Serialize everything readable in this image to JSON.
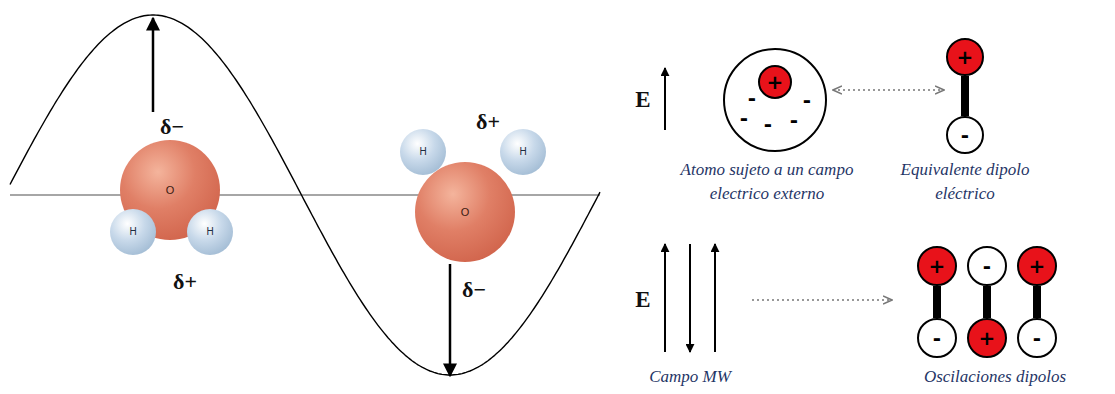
{
  "diagram": {
    "nodes": [
      {
        "text": [
          "O"
        ]
      },
      {
        "text": [
          "H"
        ]
      },
      {
        "text": [
          "H"
        ]
      },
      {
        "text": [
          "O"
        ]
      },
      {
        "text": [
          "H"
        ]
      },
      {
        "text": [
          "H"
        ]
      },
      {
        "text": [
          "-",
          "-",
          "-",
          "-",
          "-"
        ]
      },
      {
        "text": [
          "+"
        ],
        "in": 6
      },
      {
        "text": [
          "+"
        ]
      },
      {
        "text": [
          "-"
        ]
      },
      {
        "text": [
          "+"
        ]
      },
      {
        "text": [
          "-"
        ]
      },
      {
        "text": [
          "-"
        ]
      },
      {
        "text": [
          "+"
        ]
      },
      {
        "text": [
          "+"
        ]
      },
      {
        "text": [
          "-"
        ]
      }
    ],
    "edges": [
      {
        "from": 6,
        "to": 8,
        "arrow": "both"
      },
      {
        "from": 8,
        "to": 9,
        "arrow": "none"
      },
      {
        "from": 10,
        "to": 11,
        "arrow": "none"
      },
      {
        "from": 12,
        "to": 13,
        "arrow": "none"
      },
      {
        "from": 14,
        "to": 15,
        "arrow": "none"
      }
    ],
    "labels": [
      "δ−",
      "δ+",
      "δ+",
      "δ−",
      "E",
      "Atomo sujeto a un campo electrico externo",
      "Equivalente dipolo eléctrico",
      "E",
      "Campo MW",
      "Oscilaciones dipolos"
    ]
  }
}
